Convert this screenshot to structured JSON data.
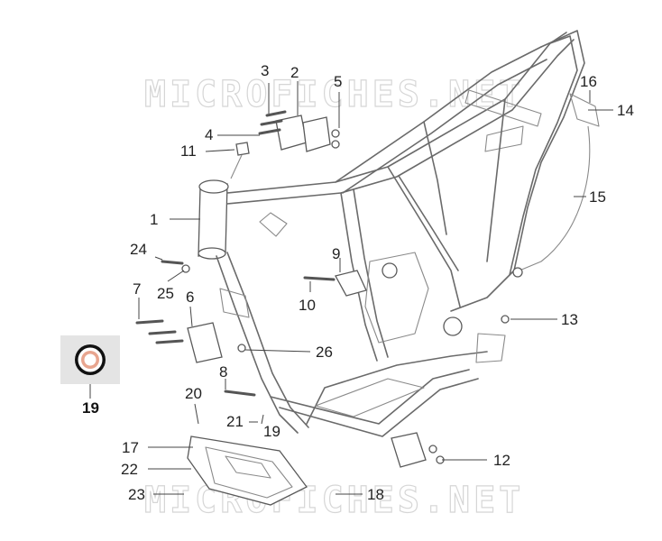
{
  "watermark": {
    "text_top": "MICROFICHES.NET",
    "text_bottom": "MICROFICHES.NET"
  },
  "callouts": {
    "c1": "1",
    "c2": "2",
    "c3": "3",
    "c4": "4",
    "c5": "5",
    "c6": "6",
    "c7": "7",
    "c8": "8",
    "c9": "9",
    "c10": "10",
    "c11": "11",
    "c12": "12",
    "c13": "13",
    "c14": "14",
    "c15": "15",
    "c16": "16",
    "c17": "17",
    "c18": "18",
    "c19a": "19",
    "c19b": "19",
    "c20": "20",
    "c21": "21",
    "c22": "22",
    "c23": "23",
    "c24": "24",
    "c25": "25",
    "c26": "26"
  },
  "colors": {
    "line": "#6a6a6a",
    "label": "#222222",
    "washer_ring": "#e8a58f",
    "inset_bg": "#e4e4e4"
  }
}
